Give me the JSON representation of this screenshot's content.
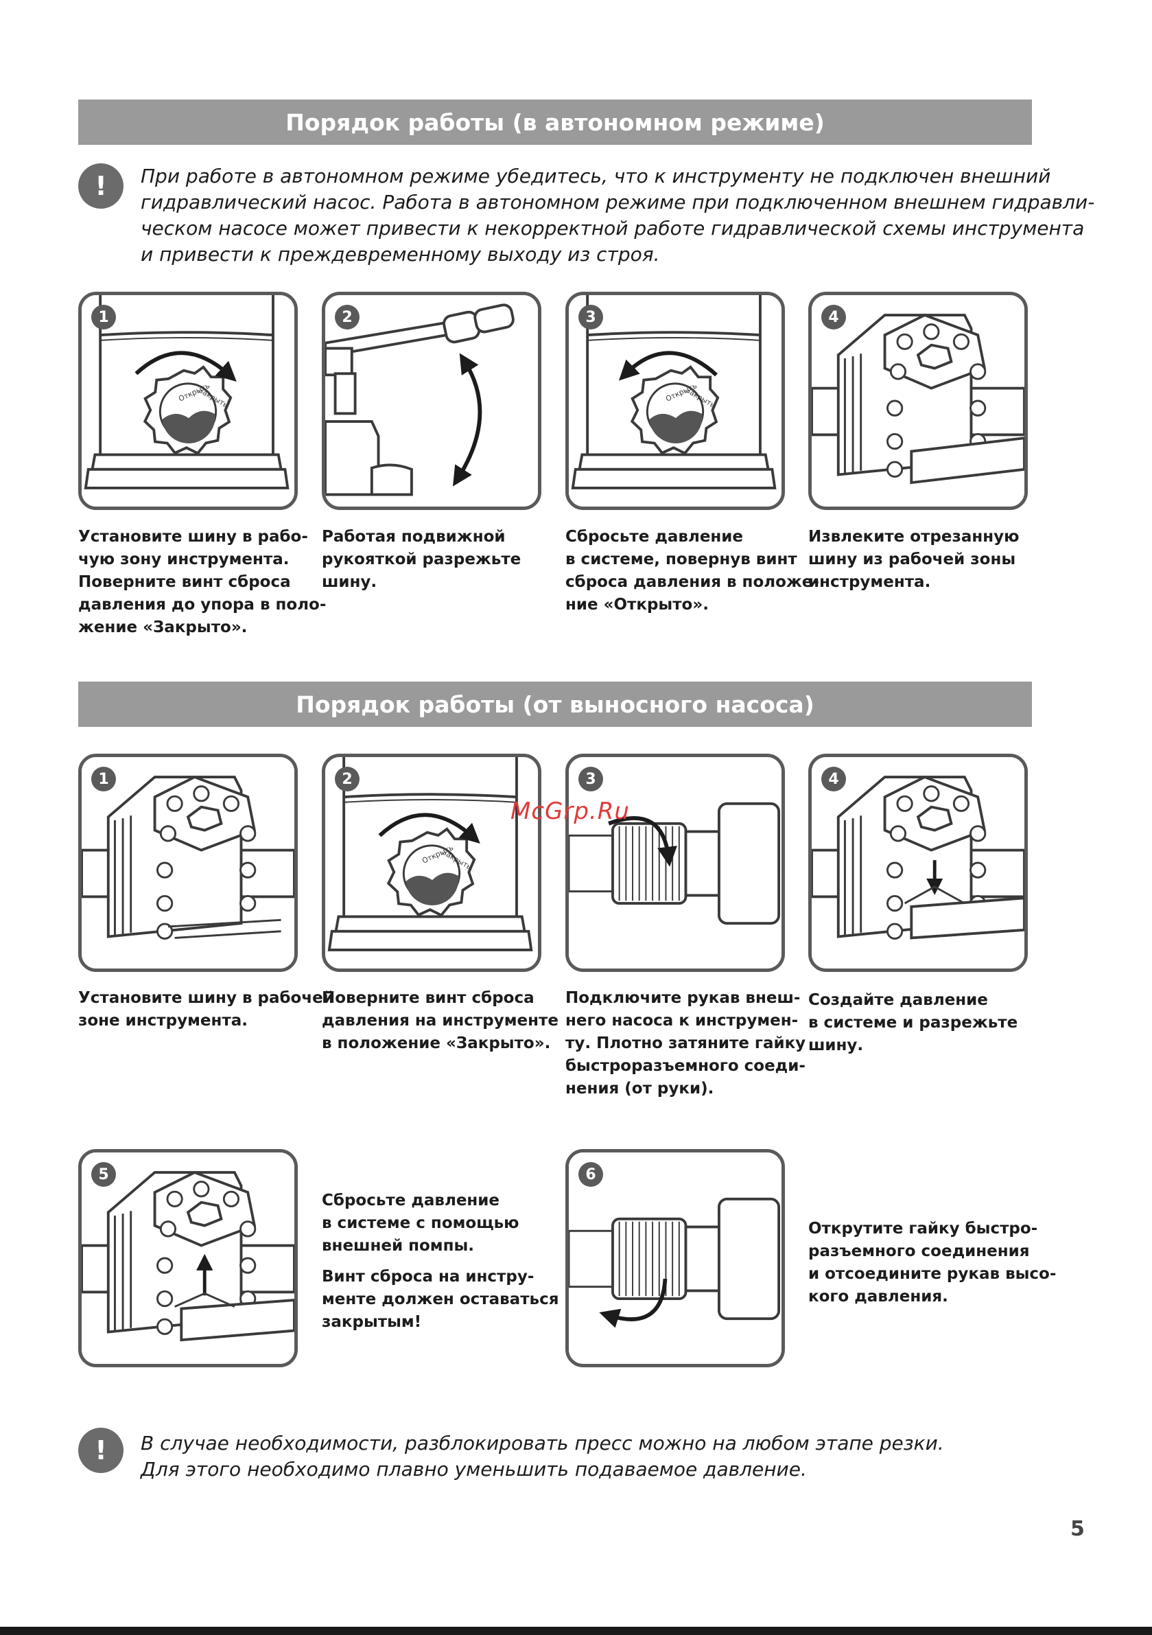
{
  "section1": {
    "title": "Порядок работы (в автономном режиме)",
    "warning_icon": "!",
    "warning_lines": [
      "При работе в автономном режиме убедитесь, что к инструменту не подключен внешний",
      "гидравлический насос. Работа в автономном режиме при подключенном внешнем гидравли-",
      "ческом насосе может привести к некорректной работе гидравлической схемы инструмента",
      "и привести к преждевременному выходу из строя."
    ],
    "steps": [
      {
        "num": "1",
        "icon": "valve-knob-close-icon",
        "lines": [
          "Установите шину в рабо-",
          "чую зону инструмента.",
          "Поверните винт сброса",
          "давления до упора в поло-",
          "жение «Закрыто»."
        ]
      },
      {
        "num": "2",
        "icon": "pump-handle-icon",
        "lines": [
          "Работая подвижной",
          "рукояткой разрежьте",
          "шину."
        ]
      },
      {
        "num": "3",
        "icon": "valve-knob-open-icon",
        "lines": [
          "Сбросьте давление",
          "в системе, повернув винт",
          "сброса давления в положе-",
          "ние «Открыто»."
        ]
      },
      {
        "num": "4",
        "icon": "cutter-head-icon",
        "lines": [
          "Извлеките отрезанную",
          "шину из рабочей зоны",
          "инструмента."
        ]
      }
    ]
  },
  "section2": {
    "title": "Порядок работы (от выносного насоса)",
    "steps": [
      {
        "num": "1",
        "icon": "cutter-head-icon",
        "lines": [
          "Установите шину в рабочей",
          "зоне инструмента."
        ]
      },
      {
        "num": "2",
        "icon": "valve-knob-close-icon",
        "lines": [
          "Поверните винт сброса",
          "давления на инструменте",
          "в положение «Закрыто»."
        ]
      },
      {
        "num": "3",
        "icon": "coupling-connect-icon",
        "lines": [
          "Подключите рукав внеш-",
          "него насоса к инструмен-",
          "ту. Плотно затяните гайку",
          "быстроразъемного соеди-",
          "нения (от руки)."
        ]
      },
      {
        "num": "4",
        "icon": "cutter-head-down-icon",
        "lines": [
          "Создайте давление",
          "в системе и разрежьте",
          "шину."
        ]
      },
      {
        "num": "5",
        "icon": "cutter-head-up-icon",
        "lines": [
          "Сбросьте давление",
          "в системе с помощью",
          "внешней помпы."
        ],
        "lines2": [
          "Винт сброса на инстру-",
          "менте должен оставаться",
          "закрытым!"
        ]
      },
      {
        "num": "6",
        "icon": "coupling-disconnect-icon",
        "lines": [
          "Открутите гайку быстро-",
          "разъемного соединения",
          "и отсоедините рукав высо-",
          "кого давления."
        ]
      }
    ]
  },
  "knob_labels": {
    "open": "Открыть",
    "close": "Закрыть"
  },
  "footer_note": {
    "warning_icon": "!",
    "lines": [
      "В случае необходимости, разблокировать пресс можно на любом этапе резки.",
      "Для этого необходимо плавно уменьшить подаваемое давление."
    ]
  },
  "watermark": "McGrp.Ru",
  "page_number": "5"
}
